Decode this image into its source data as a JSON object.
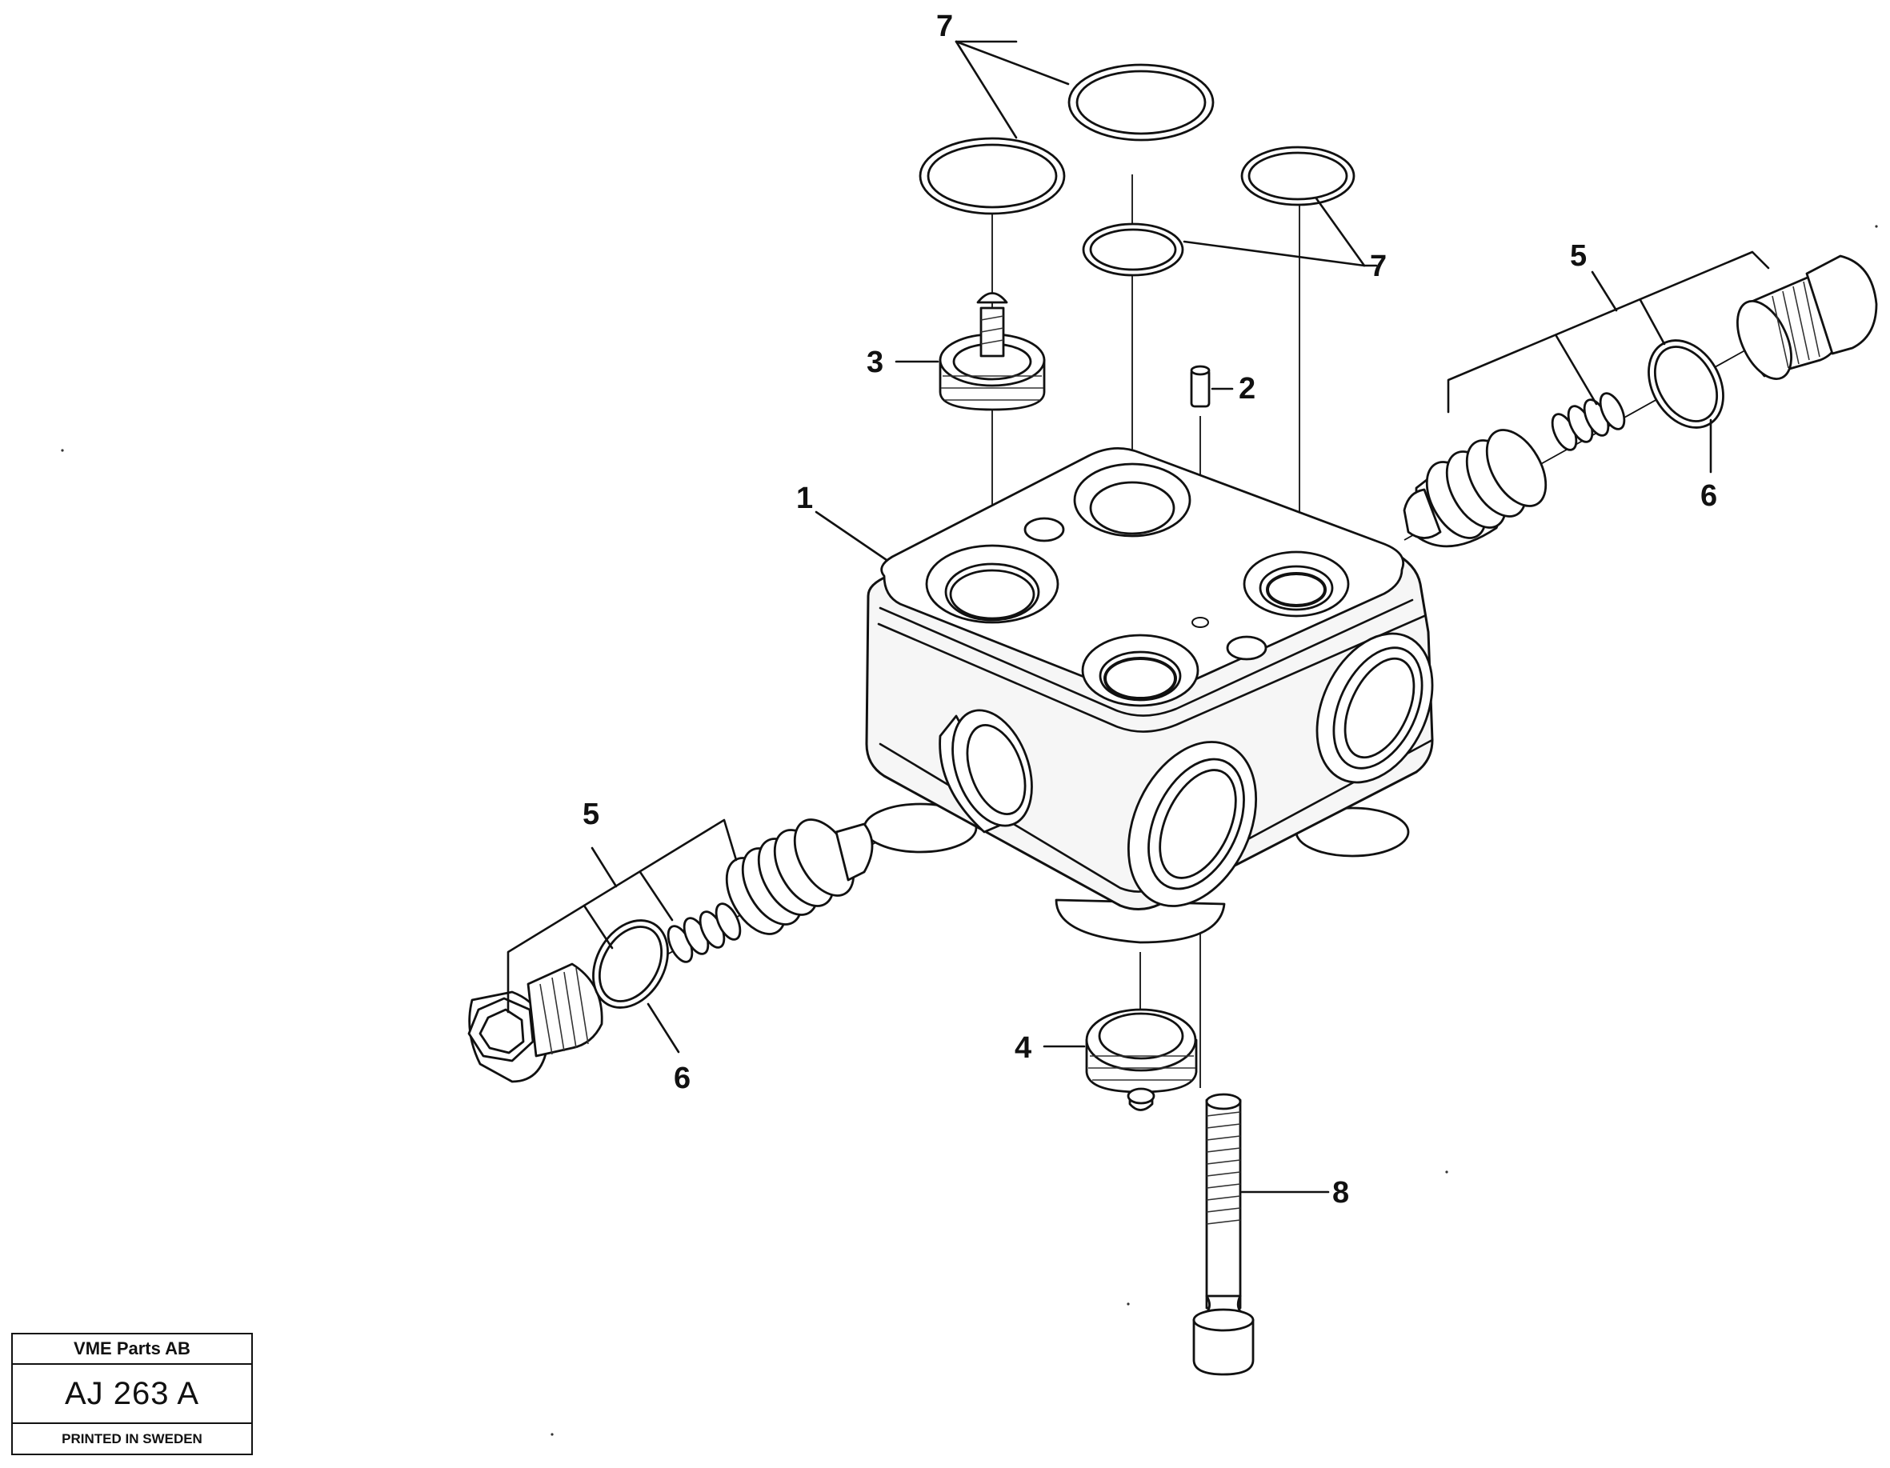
{
  "diagram": {
    "callouts": [
      {
        "id": "c7a",
        "text": "7"
      },
      {
        "id": "c7b",
        "text": "7"
      },
      {
        "id": "c5a",
        "text": "5"
      },
      {
        "id": "c3",
        "text": "3"
      },
      {
        "id": "c2",
        "text": "2"
      },
      {
        "id": "c1",
        "text": "1"
      },
      {
        "id": "c6a",
        "text": "6"
      },
      {
        "id": "c5b",
        "text": "5"
      },
      {
        "id": "c4",
        "text": "4"
      },
      {
        "id": "c6b",
        "text": "6"
      },
      {
        "id": "c8",
        "text": "8"
      }
    ]
  },
  "stamp": {
    "company": "VME Parts AB",
    "code": "AJ 263  A",
    "printed": "PRINTED IN SWEDEN"
  }
}
